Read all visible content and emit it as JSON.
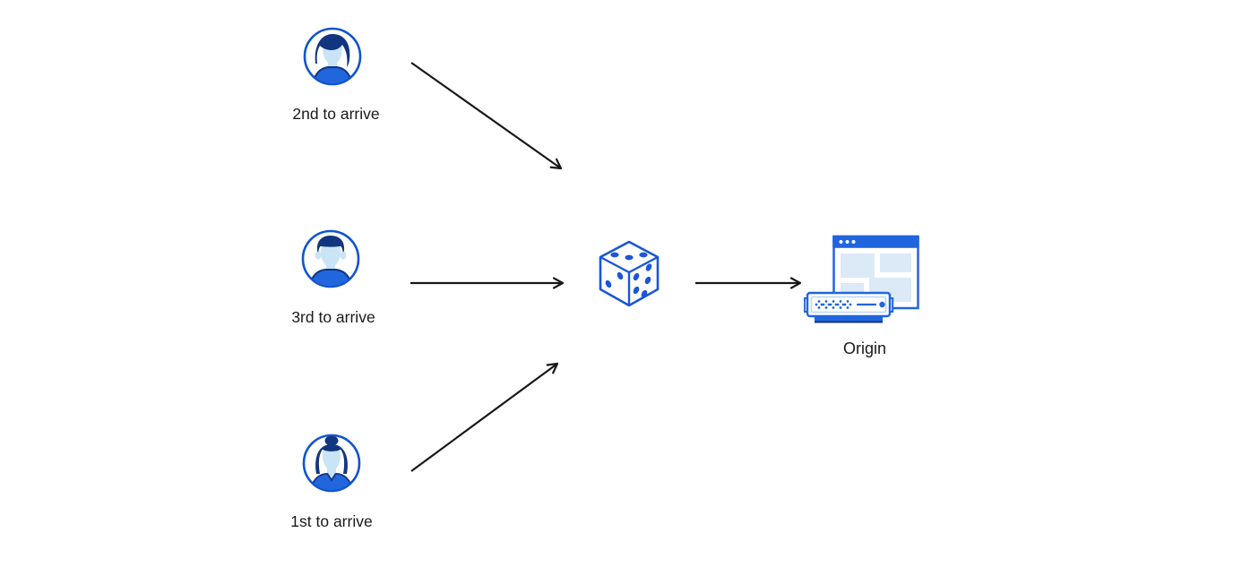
{
  "diagram": {
    "type": "flow-diagram",
    "actors": [
      {
        "label": "2nd to arrive",
        "icon": "avatar-male-swept-hair-icon"
      },
      {
        "label": "3rd to arrive",
        "icon": "avatar-male-short-hair-icon"
      },
      {
        "label": "1st to arrive",
        "icon": "avatar-female-bun-icon"
      }
    ],
    "center": {
      "icon": "dice-icon"
    },
    "destination": {
      "label": "Origin",
      "icon": "origin-server-browser-icon"
    },
    "arrows": [
      {
        "from": "2nd to arrive",
        "to": "dice"
      },
      {
        "from": "3rd to arrive",
        "to": "dice"
      },
      {
        "from": "1st to arrive",
        "to": "dice"
      },
      {
        "from": "dice",
        "to": "Origin"
      }
    ],
    "colors": {
      "stroke_blue": "#1a56d8",
      "fill_blue": "#2166dd",
      "dark_navy": "#12357f",
      "light_skin_blue": "#c9e4f6",
      "panel_blue": "#dce9f7",
      "inset_blue": "#bcd7f2",
      "arrow_black": "#17181a",
      "text_black": "#19191b",
      "background": "#ffffff"
    }
  }
}
